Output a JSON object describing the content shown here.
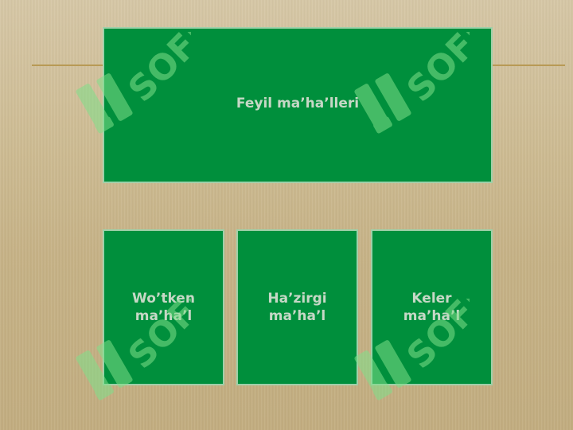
{
  "diagram": {
    "root": {
      "label": "Feyil ma’ha’lleri"
    },
    "children": [
      {
        "label": "Wo’tken ma’ha’l"
      },
      {
        "label": "Ha’zirgi ma’ha’l"
      },
      {
        "label": "Keler ma’ha’l"
      }
    ]
  },
  "watermark": {
    "text": "SOFF"
  },
  "colors": {
    "box_fill": "#008f3c",
    "box_border": "#9fd0a9",
    "box_text": "#c6d8c6",
    "divider": "#b89a55",
    "watermark": "#7fe08a"
  }
}
